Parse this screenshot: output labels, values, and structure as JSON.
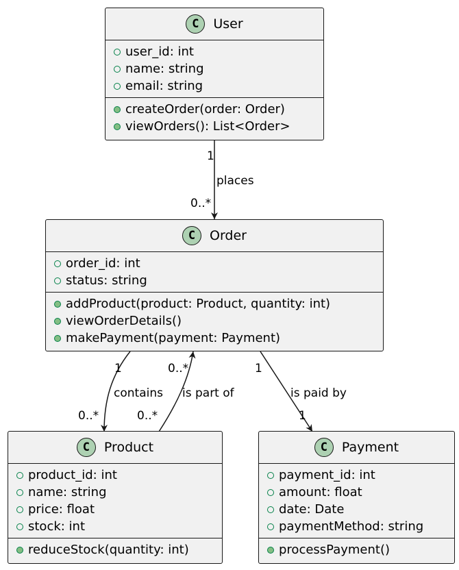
{
  "classes": {
    "user": {
      "name": "User",
      "icon_letter": "C",
      "attributes": [
        "user_id: int",
        "name: string",
        "email: string"
      ],
      "operations": [
        "createOrder(order: Order)",
        "viewOrders(): List<Order>"
      ]
    },
    "order": {
      "name": "Order",
      "icon_letter": "C",
      "attributes": [
        "order_id: int",
        "status: string"
      ],
      "operations": [
        "addProduct(product: Product, quantity: int)",
        "viewOrderDetails()",
        "makePayment(payment: Payment)"
      ]
    },
    "product": {
      "name": "Product",
      "icon_letter": "C",
      "attributes": [
        "product_id: int",
        "name: string",
        "price: float",
        "stock: int"
      ],
      "operations": [
        "reduceStock(quantity: int)"
      ]
    },
    "payment": {
      "name": "Payment",
      "icon_letter": "C",
      "attributes": [
        "payment_id: int",
        "amount: float",
        "date: Date",
        "paymentMethod: string"
      ],
      "operations": [
        "processPayment()"
      ]
    }
  },
  "relations": {
    "places": {
      "label": "places",
      "source_mult": "1",
      "target_mult": "0..*"
    },
    "contains": {
      "label": "contains",
      "source_mult": "1",
      "target_mult": "0..*"
    },
    "is_part_of": {
      "label": "is part of",
      "source_mult": "0..*",
      "target_mult": "0..*"
    },
    "is_paid_by": {
      "label": "is paid by",
      "source_mult": "1",
      "target_mult": "1"
    }
  },
  "colors": {
    "class_fill": "#f1f1f1",
    "border": "#181818",
    "icon_fill": "#add1b2",
    "visibility_green": "#038048",
    "operation_fill": "#84be84"
  }
}
